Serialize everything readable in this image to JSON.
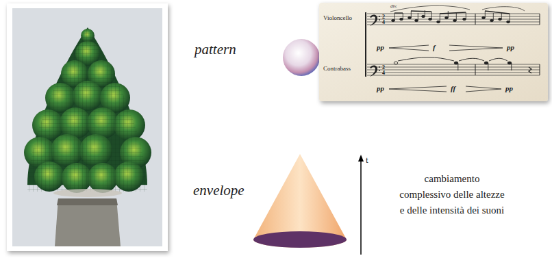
{
  "diagram": {
    "nodes": [
      {
        "text": [
          "div.",
          "Violoncello",
          "pp",
          "f",
          "pp",
          "Contrabass",
          "pp",
          "ff",
          "pp"
        ]
      }
    ],
    "labels": [
      "pattern",
      "envelope",
      "t",
      "cambiamento complessivo delle altezze e delle intensità dei suoni"
    ]
  }
}
